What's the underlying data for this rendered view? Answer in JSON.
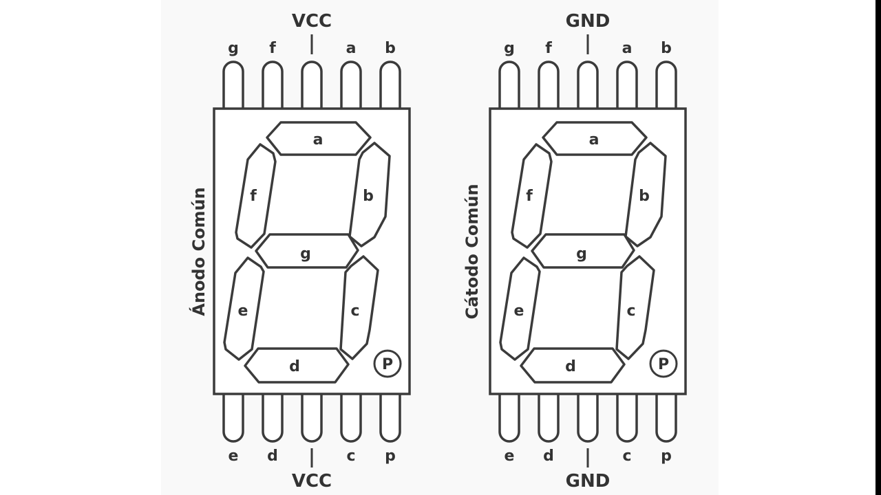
{
  "displays": [
    {
      "id": "anode",
      "side_label": "Ánodo Común",
      "top_power": "VCC",
      "bottom_power": "VCC",
      "top_pins": [
        "g",
        "f",
        "",
        "a",
        "b"
      ],
      "bottom_pins": [
        "e",
        "d",
        "",
        "c",
        "p"
      ],
      "segments": {
        "a": "a",
        "b": "b",
        "c": "c",
        "d": "d",
        "e": "e",
        "f": "f",
        "g": "g"
      },
      "dp": "P"
    },
    {
      "id": "cathode",
      "side_label": "Cátodo Común",
      "top_power": "GND",
      "bottom_power": "GND",
      "top_pins": [
        "g",
        "f",
        "",
        "a",
        "b"
      ],
      "bottom_pins": [
        "e",
        "d",
        "",
        "c",
        "p"
      ],
      "segments": {
        "a": "a",
        "b": "b",
        "c": "c",
        "d": "d",
        "e": "e",
        "f": "f",
        "g": "g"
      },
      "dp": "P"
    }
  ]
}
